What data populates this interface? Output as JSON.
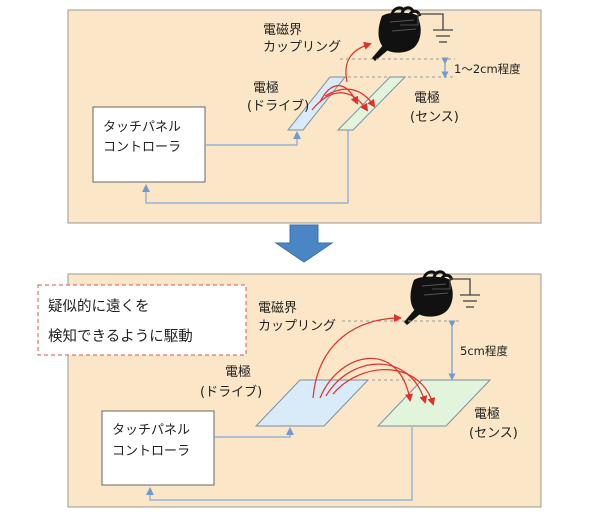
{
  "colors": {
    "panel_fill": "#fbe7c7",
    "panel_stroke": "#9a9a9a",
    "drive_electrode": "#d9ebf8",
    "sense_electrode": "#e2f4dc",
    "wire": "#7fa8d8",
    "coupling_arrow": "#e0302a",
    "down_arrow": "#4a86c5",
    "note_border": "#e05050"
  },
  "icons": {
    "hand": "pointing-hand-icon",
    "ground": "ground-symbol-icon",
    "transition": "down-arrow-icon"
  },
  "top_panel": {
    "coupling_line1": "電磁界",
    "coupling_line2": "カップリング",
    "distance": "1～2cm程度",
    "drive_line1": "電極",
    "drive_line2": "(ドライブ)",
    "sense_line1": "電極",
    "sense_line2": "(センス)",
    "controller_line1": "タッチパネル",
    "controller_line2": "コントローラ"
  },
  "bottom_panel": {
    "note_line1": "疑似的に遠くを",
    "note_line2": "検知できるように駆動",
    "coupling_line1": "電磁界",
    "coupling_line2": "カップリング",
    "distance": "5cm程度",
    "drive_line1": "電極",
    "drive_line2": "(ドライブ)",
    "sense_line1": "電極",
    "sense_line2": "(センス)",
    "controller_line1": "タッチパネル",
    "controller_line2": "コントローラ"
  }
}
